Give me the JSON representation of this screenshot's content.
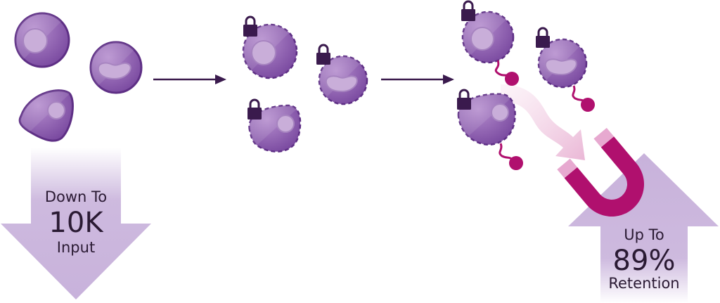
{
  "input_arrow": {
    "line1": "Down To",
    "value": "10K",
    "line3": "Input"
  },
  "retention_arrow": {
    "line1": "Up To",
    "value": "89%",
    "line3": "Retention"
  },
  "colors": {
    "cell_fill": "#8c5cb0",
    "cell_dark": "#5e2f85",
    "nucleus": "#c9aed9",
    "arrow_fill": "#c8b2db",
    "lock": "#3a1a4d",
    "bead": "#b0106e",
    "magnet": "#b0106e",
    "magnet_tip": "#e7a9d0",
    "flow_arrow": "#f0c6e0",
    "connector": "#3a1a4d"
  },
  "icons": [
    "cell-icon",
    "lock-icon",
    "magnetic-bead-icon",
    "magnet-icon",
    "arrow-right-icon"
  ]
}
